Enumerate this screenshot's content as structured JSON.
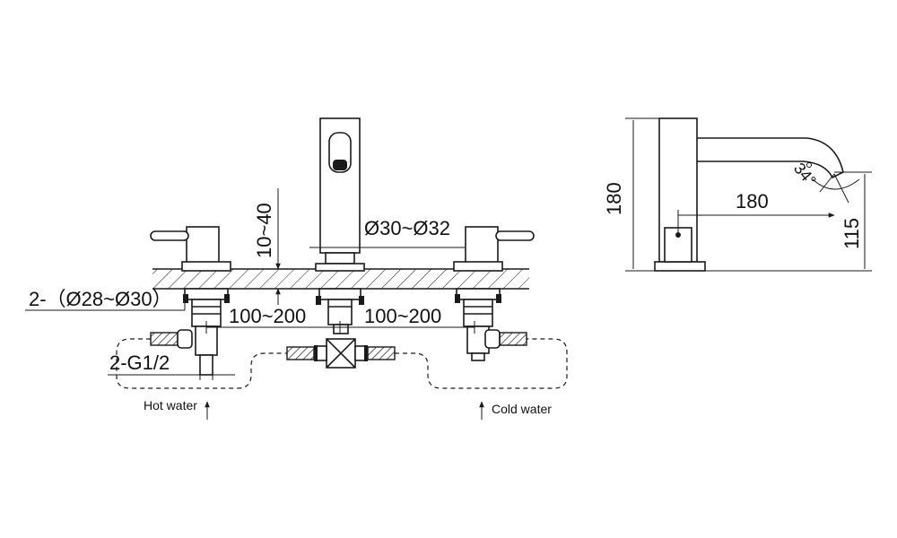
{
  "front_view": {
    "deck_thickness": "10~40",
    "spout_diameter": "Ø30~Ø32",
    "hole_diameter": "2-（Ø28~Ø30）",
    "spacing_left": "100~200",
    "spacing_right": "100~200",
    "inlet_thread": "2-G1/2",
    "hot_label": "Hot water",
    "cold_label": "Cold water"
  },
  "side_view": {
    "height": "180",
    "reach": "180",
    "spout_height": "115",
    "angle": "34°"
  }
}
